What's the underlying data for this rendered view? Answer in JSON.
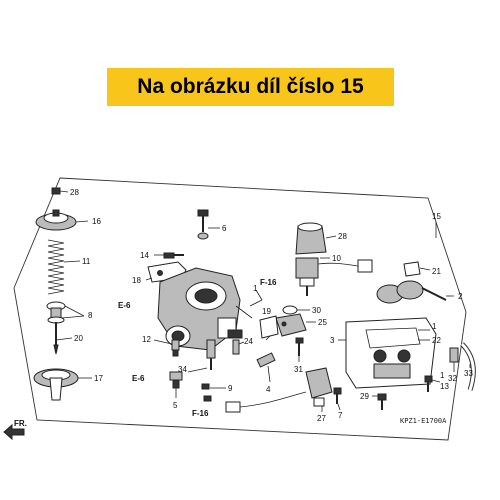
{
  "banner": {
    "text": "Na obrázku díl číslo 15",
    "bg": "#f8c61a"
  },
  "diagram_code": "KPZ1-E1700A",
  "fr_label": "FR.",
  "refs": {
    "e6a": "E-6",
    "e6b": "E-6",
    "f16a": "F-16",
    "f16b": "F-16"
  },
  "callouts": [
    {
      "id": "c28a",
      "text": "28"
    },
    {
      "id": "c16",
      "text": "16"
    },
    {
      "id": "c11",
      "text": "11"
    },
    {
      "id": "c8",
      "text": "8"
    },
    {
      "id": "c20",
      "text": "20"
    },
    {
      "id": "c17",
      "text": "17"
    },
    {
      "id": "c6",
      "text": "6"
    },
    {
      "id": "c14",
      "text": "14"
    },
    {
      "id": "c18",
      "text": "18"
    },
    {
      "id": "c12",
      "text": "12"
    },
    {
      "id": "c5",
      "text": "5"
    },
    {
      "id": "c34",
      "text": "34"
    },
    {
      "id": "c9",
      "text": "9"
    },
    {
      "id": "c24",
      "text": "24"
    },
    {
      "id": "c1a",
      "text": "1"
    },
    {
      "id": "c19",
      "text": "19"
    },
    {
      "id": "c3",
      "text": "3"
    },
    {
      "id": "c4",
      "text": "4"
    },
    {
      "id": "c28b",
      "text": "28"
    },
    {
      "id": "c10",
      "text": "10"
    },
    {
      "id": "c30",
      "text": "30"
    },
    {
      "id": "c25",
      "text": "25"
    },
    {
      "id": "c31",
      "text": "31"
    },
    {
      "id": "c27",
      "text": "27"
    },
    {
      "id": "c7",
      "text": "7"
    },
    {
      "id": "c15",
      "text": "15"
    },
    {
      "id": "c21",
      "text": "21"
    },
    {
      "id": "c2",
      "text": "2"
    },
    {
      "id": "c1b",
      "text": "1"
    },
    {
      "id": "c22",
      "text": "22"
    },
    {
      "id": "c29",
      "text": "29"
    },
    {
      "id": "c1c",
      "text": "1"
    },
    {
      "id": "c13",
      "text": "13"
    },
    {
      "id": "c32",
      "text": "32"
    },
    {
      "id": "c33",
      "text": "33"
    }
  ]
}
